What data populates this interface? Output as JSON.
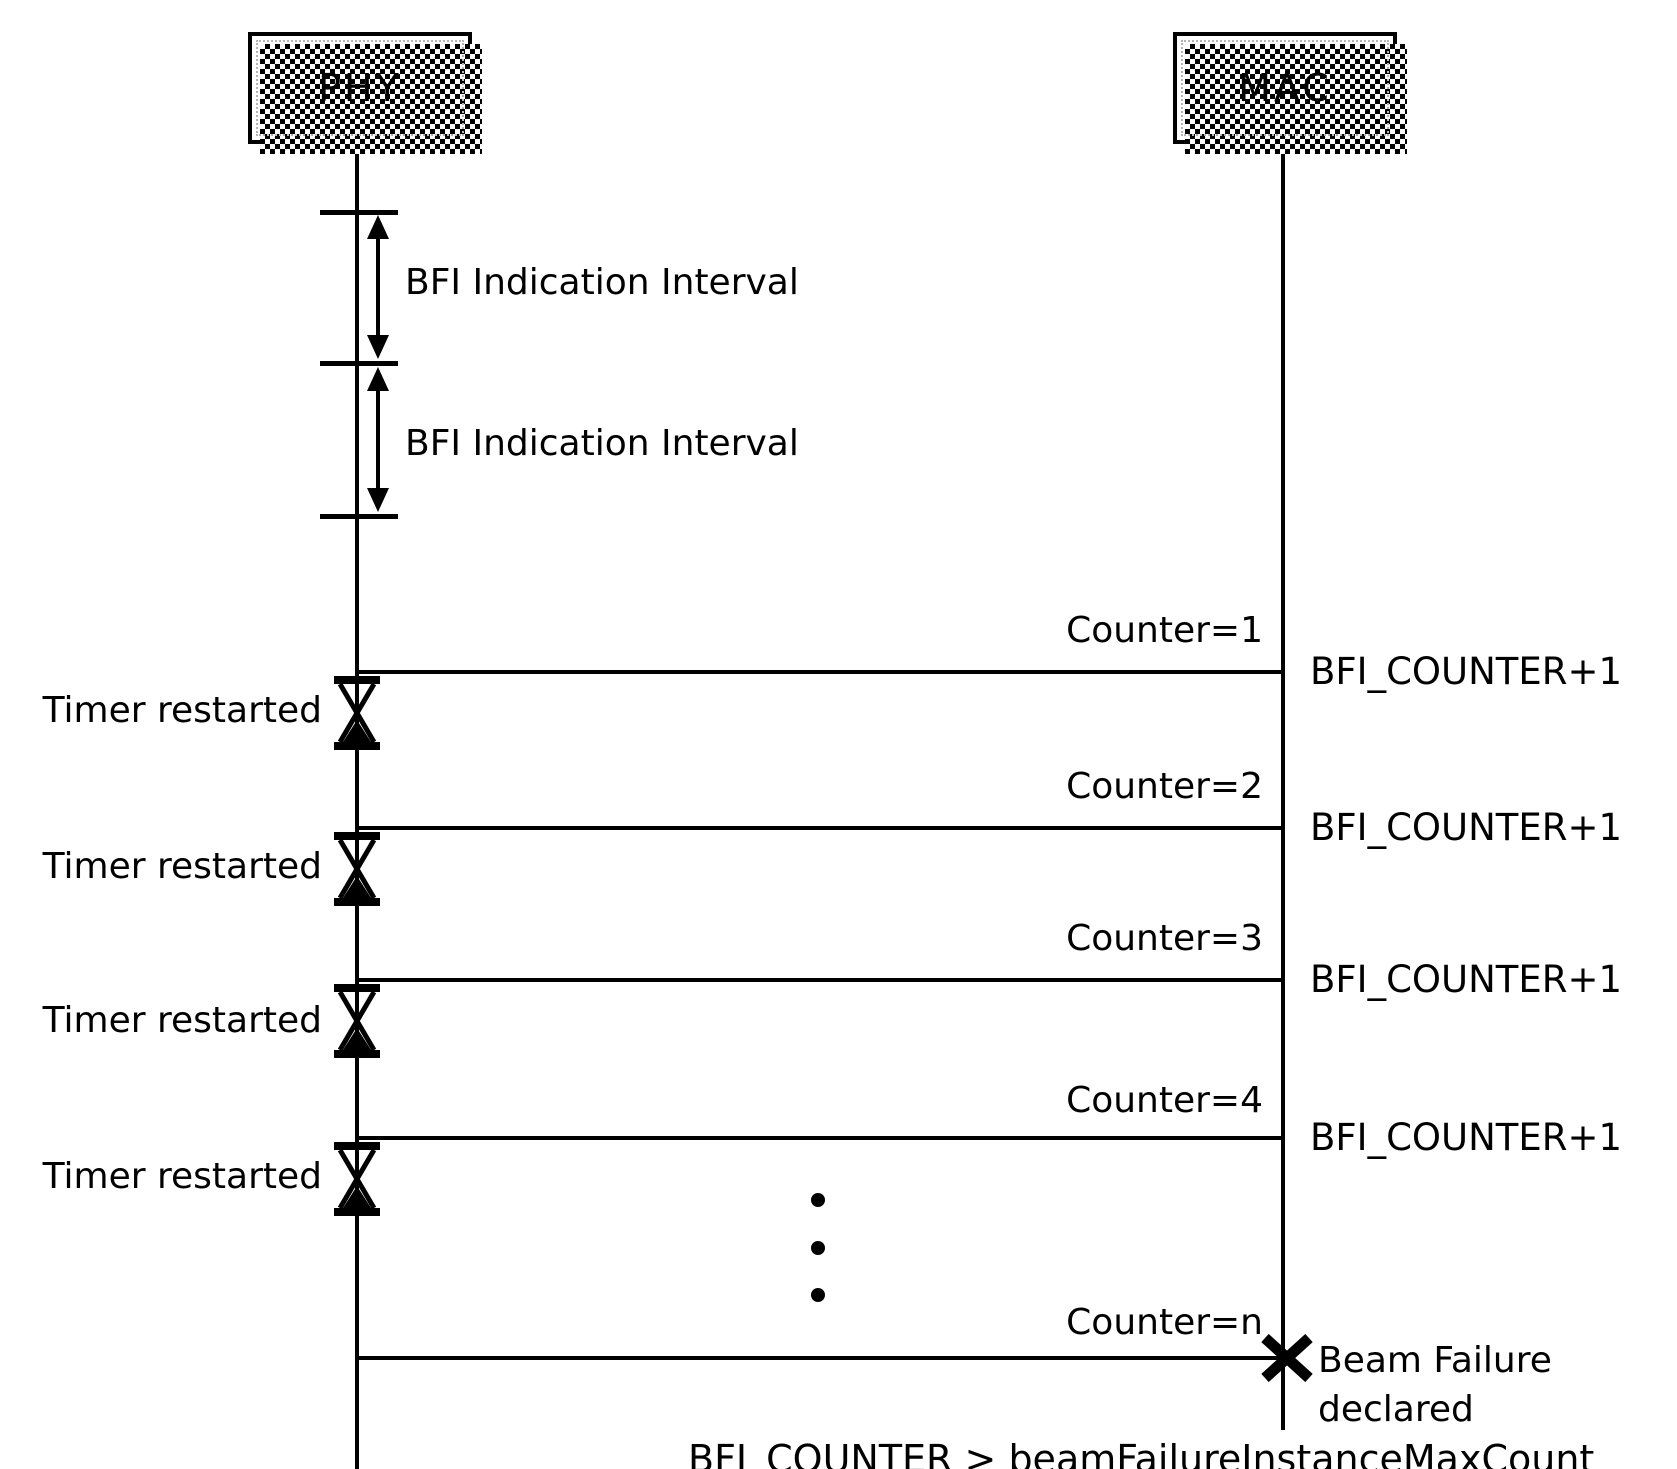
{
  "participants": {
    "phy": "PHY",
    "mac": "MAC"
  },
  "intervals": [
    {
      "label": "BFI Indication Interval"
    },
    {
      "label": "BFI Indication Interval"
    }
  ],
  "rows": [
    {
      "counter": "Counter=1",
      "mac_note": "BFI_COUNTER+1",
      "phy_note": "Timer restarted"
    },
    {
      "counter": "Counter=2",
      "mac_note": "BFI_COUNTER+1",
      "phy_note": "Timer restarted"
    },
    {
      "counter": "Counter=3",
      "mac_note": "BFI_COUNTER+1",
      "phy_note": "Timer restarted"
    },
    {
      "counter": "Counter=4",
      "mac_note": "BFI_COUNTER+1",
      "phy_note": "Timer restarted"
    }
  ],
  "final_row": {
    "counter": "Counter=n",
    "failure_line1": "Beam Failure",
    "failure_line2": "declared"
  },
  "footer": "BFI_COUNTER > beamFailureInstanceMaxCount",
  "icons": {
    "hourglass": "hourglass-timer-icon",
    "failure": "cross-x-icon",
    "interval": "double-headed-arrow-icon",
    "continuation": "vertical-ellipsis-dots"
  },
  "colors": {
    "ink": "#000000",
    "background": "#ffffff"
  }
}
